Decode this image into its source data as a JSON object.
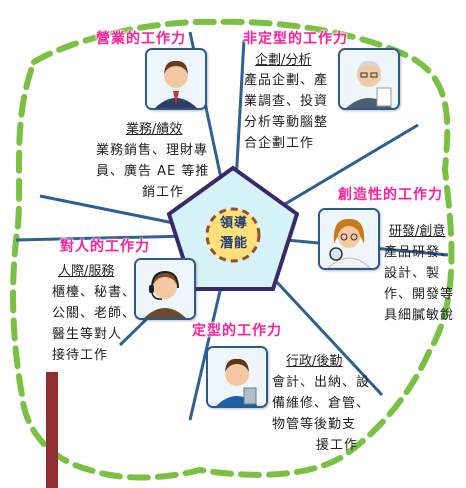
{
  "header": {
    "title": "(top title partially cropped)"
  },
  "center": {
    "line1": "領導",
    "line2": "潛能"
  },
  "sections": {
    "professional": {
      "title": "營業的工作力",
      "subtitle": "業務/績效",
      "lines": [
        "業務銷售、理財專",
        "員、廣告 AE 等推",
        "銷工作"
      ]
    },
    "nonroutine": {
      "title": "非定型的工作力",
      "subtitle": "企劃/分析",
      "lines": [
        "產品企劃、產",
        "業調查、投資",
        "分析等動腦整",
        "合企劃工作"
      ]
    },
    "creative": {
      "title": "創造性的工作力",
      "subtitle": "研發/創意",
      "lines": [
        "產品研發、",
        "設計、製",
        "作、開發等",
        "具細膩敏銳"
      ]
    },
    "interpersonal": {
      "title": "對人的工作力",
      "subtitle": "人際/服務",
      "lines": [
        "櫃檯、秘書、",
        "公關、老師、",
        "醫生等對人",
        "接待工作"
      ]
    },
    "routine": {
      "title": "定型的工作力",
      "subtitle": "行政/後勤",
      "lines": [
        "會計、出納、設",
        "備維修、倉管、",
        "物管等後勤支",
        "援工作"
      ]
    }
  },
  "avatars": {
    "professional": "businessman-icon",
    "nonroutine": "elderly-analyst-icon",
    "creative": "female-researcher-icon",
    "interpersonal": "headset-operator-icon",
    "routine": "office-worker-icon"
  },
  "colors": {
    "heading": "#ff1f9a",
    "border": "#7ac143",
    "spoke": "#2f5f93",
    "center": "#d6f3f7"
  }
}
